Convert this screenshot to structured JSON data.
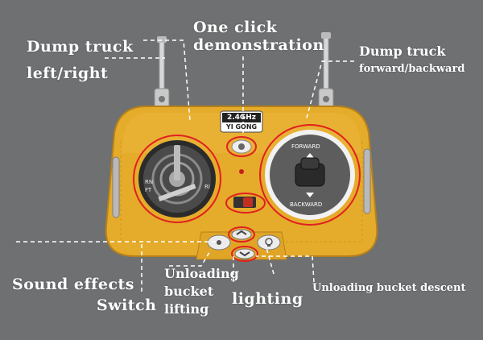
{
  "callouts": {
    "dump_left_right_1": "Dump truck",
    "dump_left_right_2": "left/right",
    "one_click_1": "One click",
    "one_click_2": "demonstration",
    "dump_fwd_back_1": "Dump truck",
    "dump_fwd_back_2": "forward/backward",
    "sound_effects": "Sound effects",
    "switch": "Switch",
    "unloading_lift_1": "Unloading",
    "unloading_lift_2": "bucket",
    "unloading_lift_3": "lifting",
    "lighting": "lighting",
    "unloading_descent": "Unloading bucket descent"
  },
  "controller": {
    "frequency": "2.4GHz",
    "brand": "YI GONG",
    "left_stick": {
      "rn": "RN",
      "ft": "FT",
      "ri": "RI"
    },
    "right_stick": {
      "forward": "FORWARD",
      "backward": "BACKWARD"
    }
  },
  "colors": {
    "background": "#6e7072",
    "body": "#e5ab2a",
    "highlight_ring": "#e02020",
    "dashed_line": "#ffffff"
  }
}
